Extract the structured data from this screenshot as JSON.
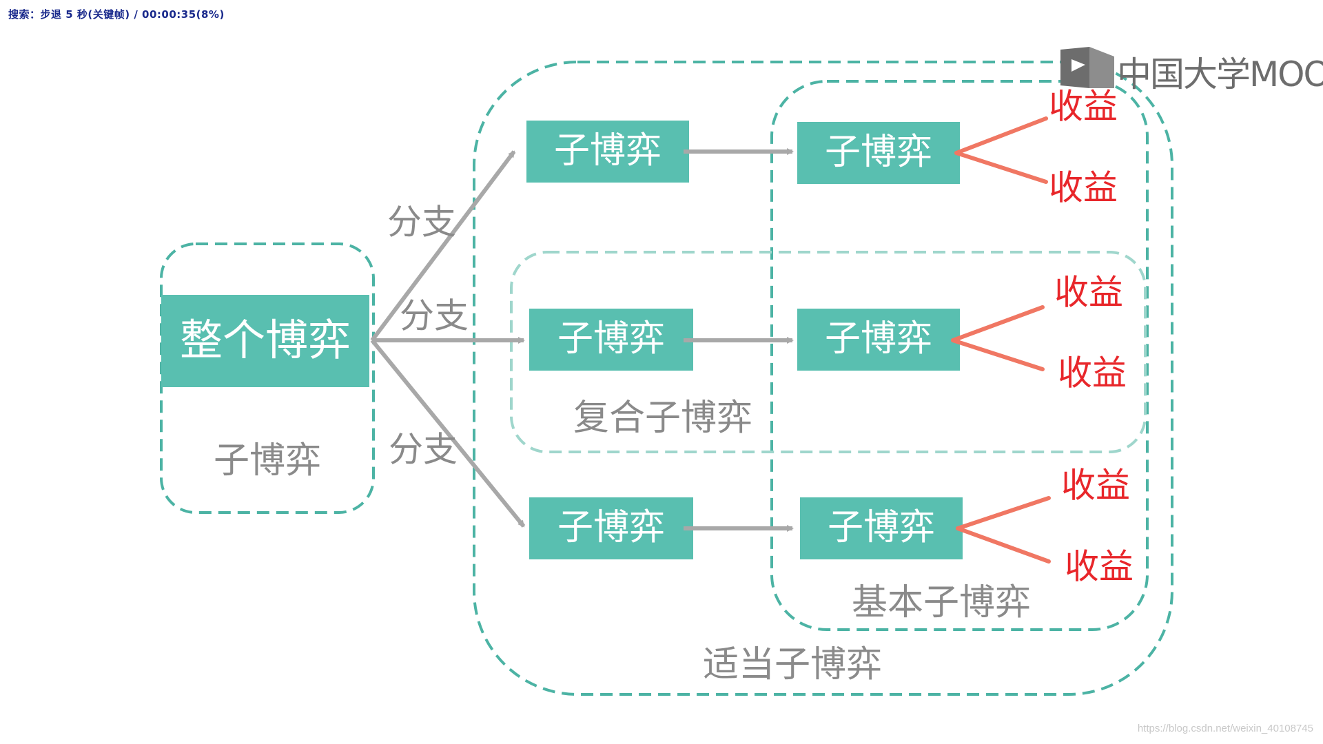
{
  "overlay": {
    "status_text": "搜索：步退 5 秒(关键帧) / 00:00:35(8%)"
  },
  "brand": {
    "logo_text": "中国大学MOOC"
  },
  "watermark": {
    "text": "https://blog.csdn.net/weixin_40108745"
  },
  "colors": {
    "teal": "#59bfb0",
    "teal_dashed": "#4cb3a4",
    "light_dashed": "#9fd6cc",
    "arrow_gray": "#a8a8a8",
    "payoff_line": "#f07763",
    "payoff_text": "#e8262a",
    "label_gray": "#8a8a8a"
  },
  "diagram": {
    "whole_game": "整个博弈",
    "subgame_label": "子博弈",
    "branch_labels": [
      "分支",
      "分支",
      "分支"
    ],
    "first_level_subgames": [
      "子博弈",
      "子博弈",
      "子博弈"
    ],
    "second_level_subgames": [
      "子博弈",
      "子博弈",
      "子博弈"
    ],
    "payoffs": [
      "收益",
      "收益",
      "收益",
      "收益",
      "收益",
      "收益"
    ],
    "compound_subgame_label": "复合子博弈",
    "basic_subgame_label": "基本子博弈",
    "proper_subgame_label": "适当子博弈"
  }
}
